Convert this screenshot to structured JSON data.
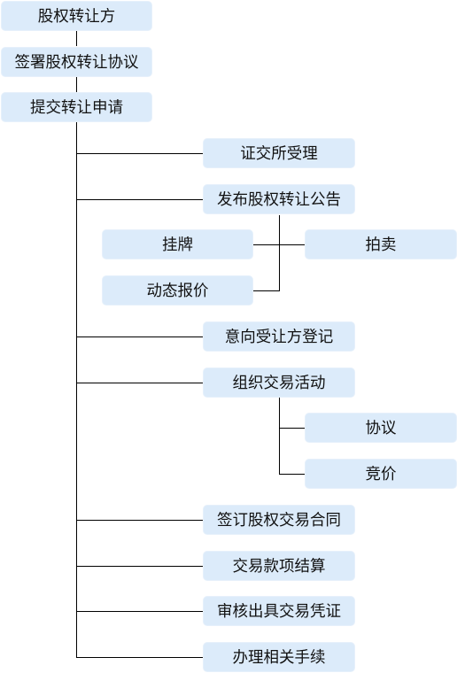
{
  "nodes": {
    "n_root": "股权转让方",
    "n_sign": "签署股权转让协议",
    "n_submit": "提交转让申请",
    "n_accept": "证交所受理",
    "n_publish": "发布股权转让公告",
    "n_listing": "挂牌",
    "n_auction": "拍卖",
    "n_dynamic": "动态报价",
    "n_register": "意向受让方登记",
    "n_organize": "组织交易活动",
    "n_agreement": "协议",
    "n_bidding": "竞价",
    "n_contract": "签订股权交易合同",
    "n_settle": "交易款项结算",
    "n_verify": "审核出具交易凭证",
    "n_procedure": "办理相关手续"
  },
  "colors": {
    "box_fill": "#dcebfa",
    "line": "#000000"
  }
}
